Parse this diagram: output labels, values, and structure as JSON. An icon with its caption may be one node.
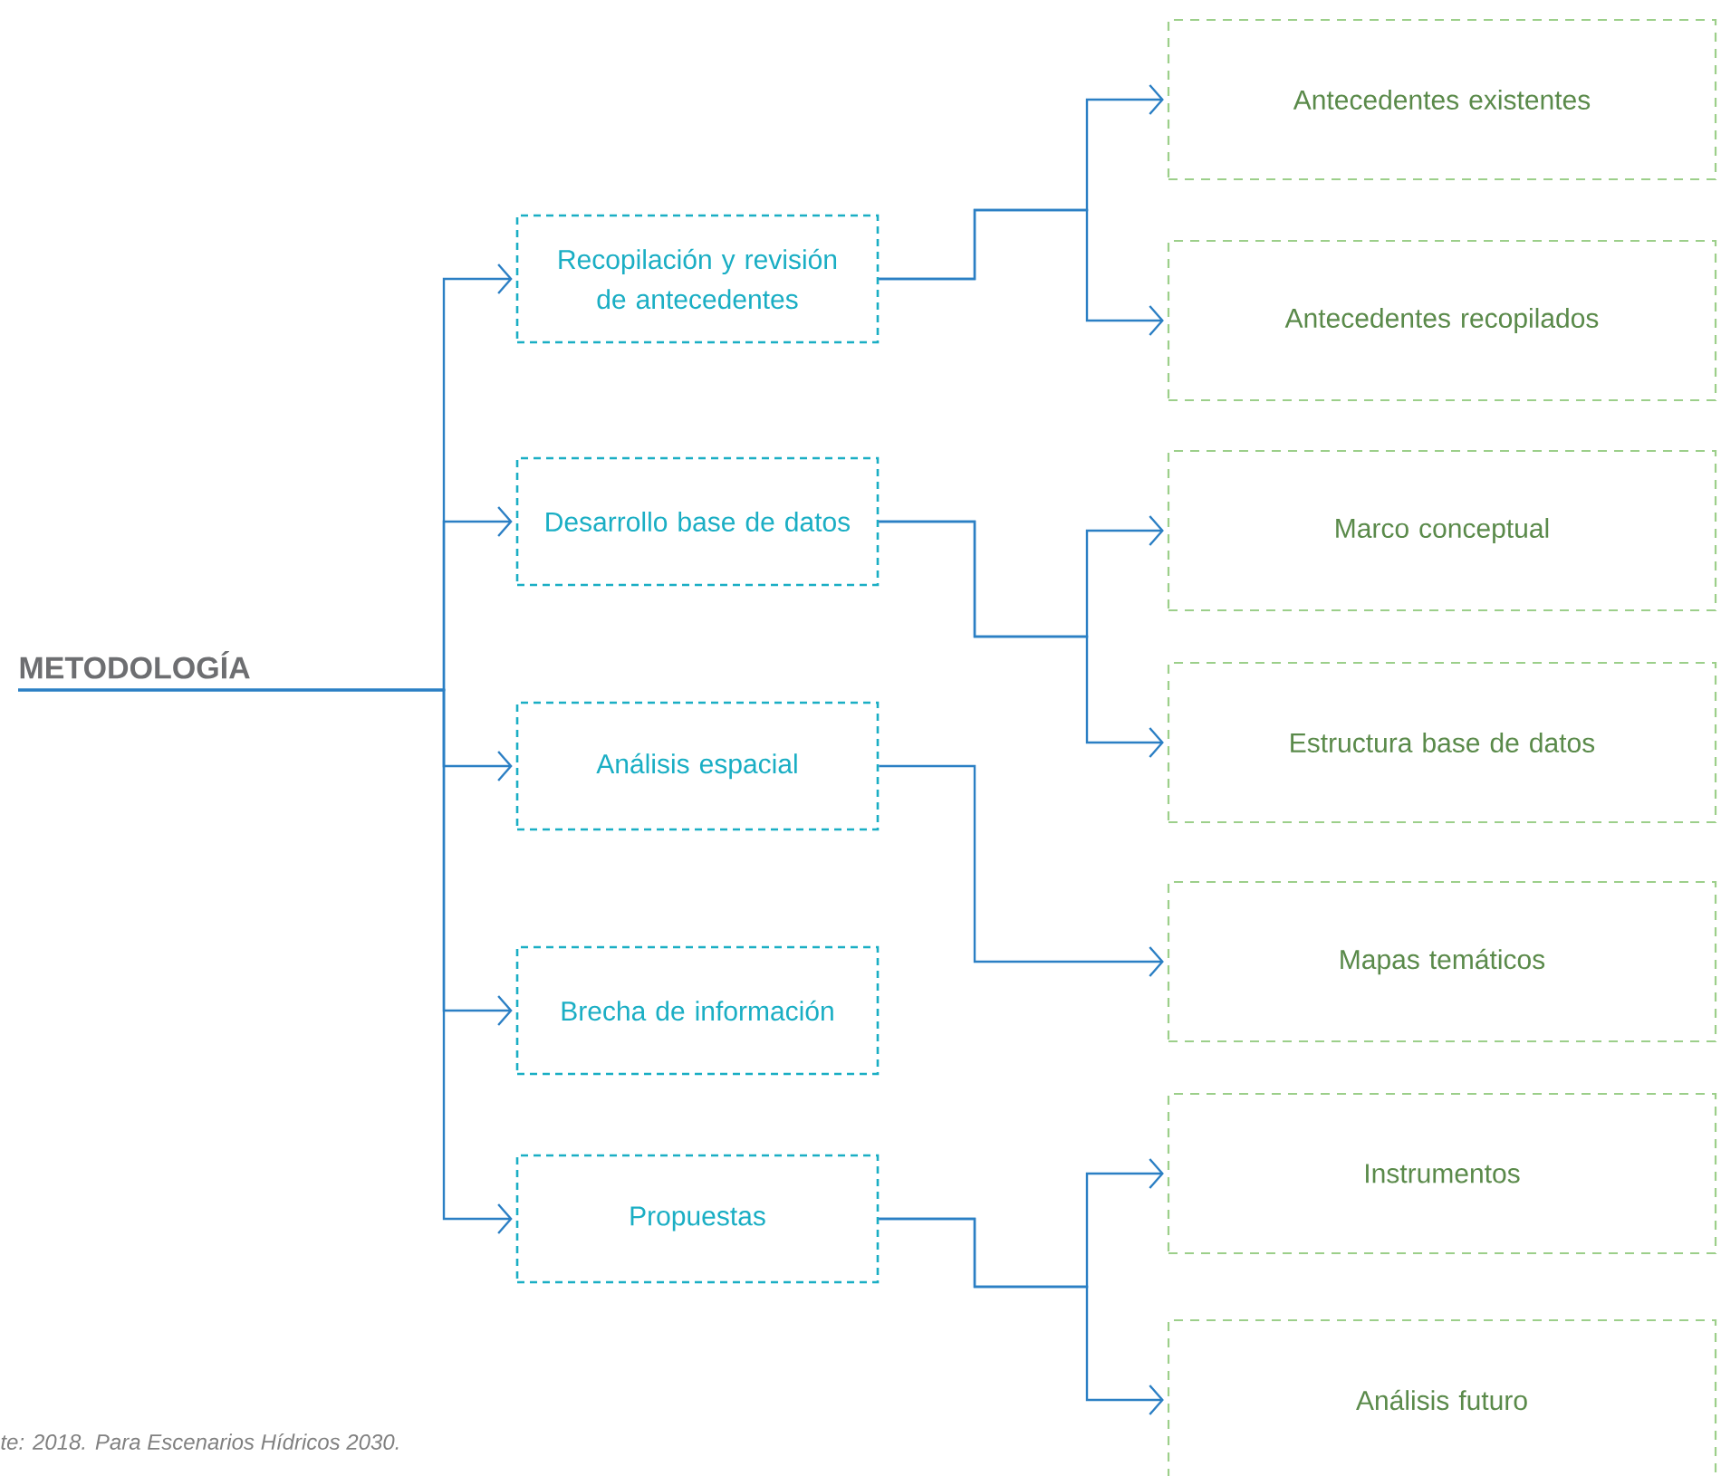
{
  "diagram": {
    "caption": "te: 2018. Para Escenarios Hídricos 2030.",
    "nodes": [
      {
        "text": [
          "METODOLOGÍA"
        ]
      },
      {
        "text": [
          "Recopilación y revisión de antecedentes"
        ]
      },
      {
        "text": [
          "Desarrollo base de datos"
        ]
      },
      {
        "text": [
          "Análisis espacial"
        ]
      },
      {
        "text": [
          "Brecha de información"
        ]
      },
      {
        "text": [
          "Propuestas"
        ]
      },
      {
        "text": [
          "Antecedentes existentes"
        ]
      },
      {
        "text": [
          "Antecedentes recopilados"
        ]
      },
      {
        "text": [
          "Marco conceptual"
        ]
      },
      {
        "text": [
          "Estructura base de datos"
        ]
      },
      {
        "text": [
          "Mapas temáticos"
        ]
      },
      {
        "text": [
          "Instrumentos"
        ]
      },
      {
        "text": [
          "Análisis futuro"
        ]
      }
    ],
    "edges": [
      {
        "from": 0,
        "to": 1,
        "arrow": "to"
      },
      {
        "from": 0,
        "to": 2,
        "arrow": "to"
      },
      {
        "from": 0,
        "to": 3,
        "arrow": "to"
      },
      {
        "from": 0,
        "to": 4,
        "arrow": "to"
      },
      {
        "from": 0,
        "to": 5,
        "arrow": "to"
      },
      {
        "from": 1,
        "to": 6,
        "arrow": "to"
      },
      {
        "from": 1,
        "to": 7,
        "arrow": "to"
      },
      {
        "from": 2,
        "to": 8,
        "arrow": "to"
      },
      {
        "from": 2,
        "to": 9,
        "arrow": "to"
      },
      {
        "from": 3,
        "to": 10,
        "arrow": "to"
      },
      {
        "from": 5,
        "to": 11,
        "arrow": "to"
      },
      {
        "from": 5,
        "to": 12,
        "arrow": "to"
      }
    ]
  }
}
